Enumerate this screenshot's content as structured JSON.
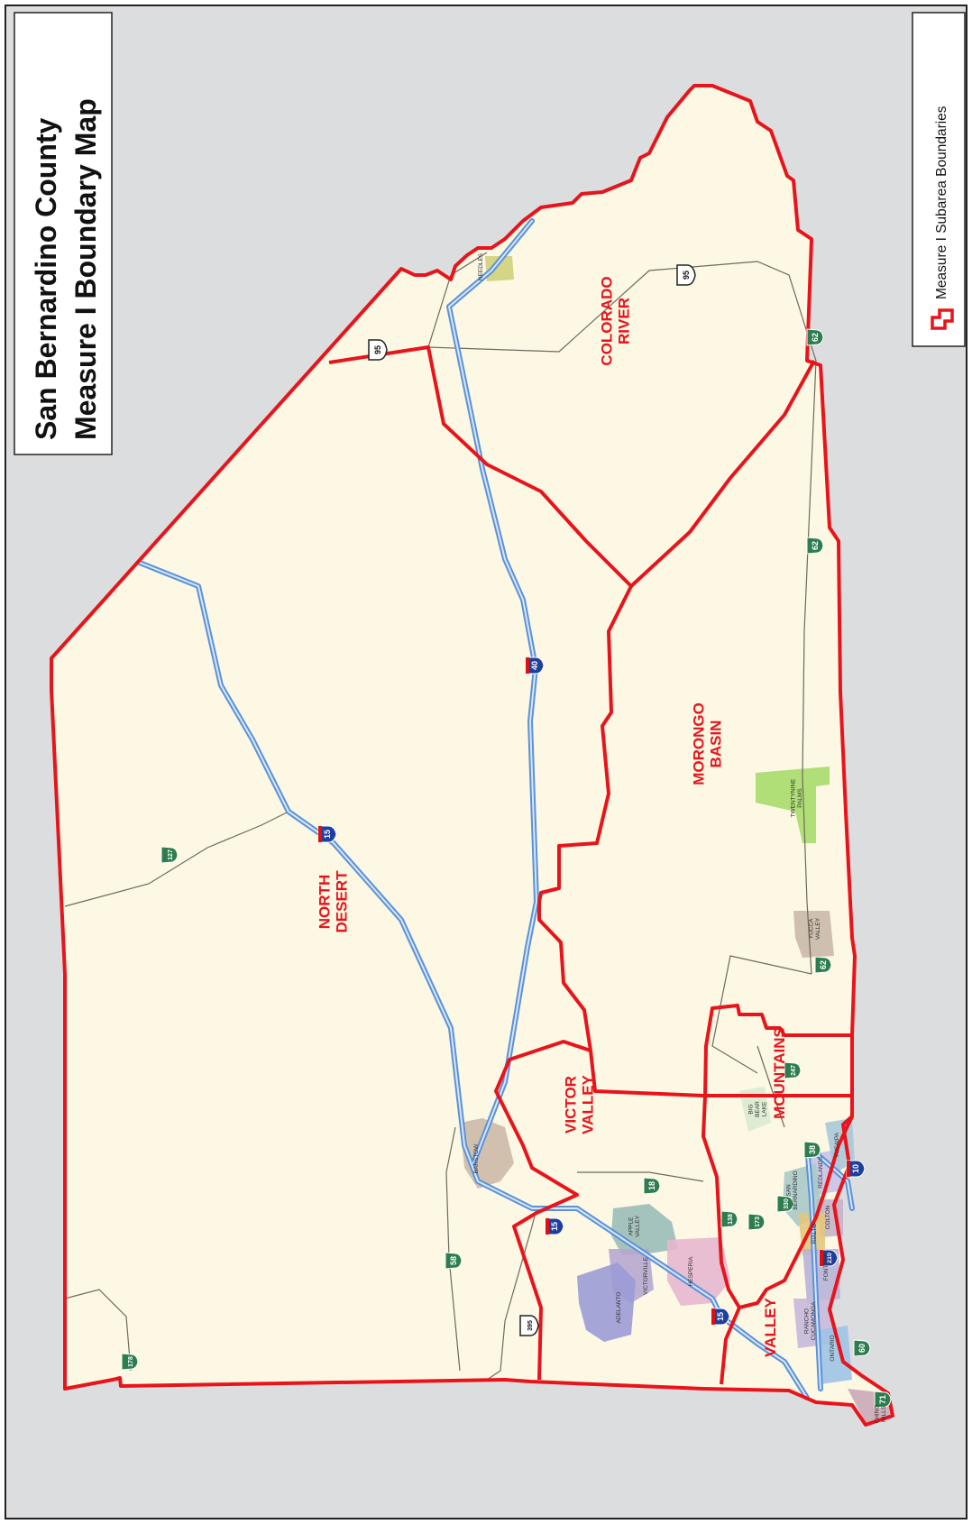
{
  "title": {
    "line1": "San Bernardino County",
    "line2": "Measure I Boundary Map"
  },
  "legend": {
    "label": "Measure I Subarea Boundaries",
    "icon": "boundary-outline-icon",
    "color": "#e8141b"
  },
  "colors": {
    "background": "#dcdddf",
    "land": "#fcf8e4",
    "boundary": "#e8141b",
    "interstate": "#5b92d8",
    "road": "#6e6a5e",
    "region_label": "#e8141b"
  },
  "regions": [
    {
      "id": "north-desert",
      "lines": [
        "NORTH",
        "DESERT"
      ]
    },
    {
      "id": "colorado-river",
      "lines": [
        "COLORADO",
        "RIVER"
      ]
    },
    {
      "id": "morongo-basin",
      "lines": [
        "MORONGO",
        "BASIN"
      ]
    },
    {
      "id": "victor-valley",
      "lines": [
        "VICTOR",
        "VALLEY"
      ]
    },
    {
      "id": "mountains",
      "lines": [
        "MOUNTAINS"
      ]
    },
    {
      "id": "valley",
      "lines": [
        "VALLEY"
      ]
    }
  ],
  "cities": [
    {
      "id": "needles",
      "lines": [
        "NEEDLES"
      ],
      "color": "#cfd07a"
    },
    {
      "id": "twentynine-palms",
      "lines": [
        "TWENTYNINE",
        "PALMS"
      ],
      "color": "#a8dc6a"
    },
    {
      "id": "yucca-valley",
      "lines": [
        "YUCCA",
        "VALLEY"
      ],
      "color": "#c9b8a8"
    },
    {
      "id": "barstow",
      "lines": [
        "BARSTOW"
      ],
      "color": "#cdb9a8"
    },
    {
      "id": "apple-valley",
      "lines": [
        "APPLE",
        "VALLEY"
      ],
      "color": "#9bbdb8"
    },
    {
      "id": "hesperia",
      "lines": [
        "HESPERIA"
      ],
      "color": "#e7b6cf"
    },
    {
      "id": "victorville",
      "lines": [
        "VICTORVILLE"
      ],
      "color": "#b7a7cf"
    },
    {
      "id": "adelanto",
      "lines": [
        "ADELANTO"
      ],
      "color": "#9b9bd6"
    },
    {
      "id": "big-bear-lake",
      "lines": [
        "BIG",
        "BEAR",
        "LAKE"
      ],
      "color": "#d9ead0"
    },
    {
      "id": "redlands",
      "lines": [
        "REDLANDS"
      ],
      "color": "#c6c3e8"
    },
    {
      "id": "yucaipa",
      "lines": [
        "YUCAIPA"
      ],
      "color": "#a9c8d8"
    },
    {
      "id": "colton",
      "lines": [
        "COLTON"
      ],
      "color": "#c3b3c9"
    },
    {
      "id": "san-bernardino",
      "lines": [
        "SAN",
        "BERNARDINO"
      ],
      "color": "#a9c9c8"
    },
    {
      "id": "rialto",
      "lines": [
        "RIALTO"
      ],
      "color": "#e3c77c"
    },
    {
      "id": "fontana",
      "lines": [
        "FONTANA"
      ],
      "color": "#b9b3d8"
    },
    {
      "id": "rancho-cucamonga",
      "lines": [
        "RANCHO",
        "CUCAMONGA"
      ],
      "color": "#c6b8da"
    },
    {
      "id": "ontario",
      "lines": [
        "ONTARIO"
      ],
      "color": "#9ec3e5"
    },
    {
      "id": "chino-hills",
      "lines": [
        "CHINO",
        "HILLS"
      ],
      "color": "#c9a9b8"
    }
  ],
  "shields": [
    {
      "id": "us-95-north",
      "kind": "us",
      "num": "95"
    },
    {
      "id": "us-95-south",
      "kind": "us",
      "num": "95"
    },
    {
      "id": "us-395",
      "kind": "us",
      "num": "395"
    },
    {
      "id": "i-40",
      "kind": "interstate",
      "num": "40"
    },
    {
      "id": "i-15-north",
      "kind": "interstate",
      "num": "15"
    },
    {
      "id": "i-15-south",
      "kind": "interstate",
      "num": "15"
    },
    {
      "id": "i-15-valley",
      "kind": "interstate",
      "num": "15"
    },
    {
      "id": "i-10",
      "kind": "interstate",
      "num": "10"
    },
    {
      "id": "i-210",
      "kind": "interstate",
      "num": "210"
    },
    {
      "id": "sr-127",
      "kind": "state",
      "num": "127"
    },
    {
      "id": "sr-178",
      "kind": "state",
      "num": "178"
    },
    {
      "id": "sr-58",
      "kind": "state",
      "num": "58"
    },
    {
      "id": "sr-247",
      "kind": "state",
      "num": "247"
    },
    {
      "id": "sr-18",
      "kind": "state",
      "num": "18"
    },
    {
      "id": "sr-138",
      "kind": "state",
      "num": "138"
    },
    {
      "id": "sr-173",
      "kind": "state",
      "num": "173"
    },
    {
      "id": "sr-330",
      "kind": "state",
      "num": "330"
    },
    {
      "id": "sr-38",
      "kind": "state",
      "num": "38"
    },
    {
      "id": "sr-62-east",
      "kind": "state",
      "num": "62"
    },
    {
      "id": "sr-62-mid",
      "kind": "state",
      "num": "62"
    },
    {
      "id": "sr-62-west",
      "kind": "state",
      "num": "62"
    },
    {
      "id": "sr-71",
      "kind": "state",
      "num": "71"
    },
    {
      "id": "sr-60",
      "kind": "state",
      "num": "60"
    }
  ]
}
